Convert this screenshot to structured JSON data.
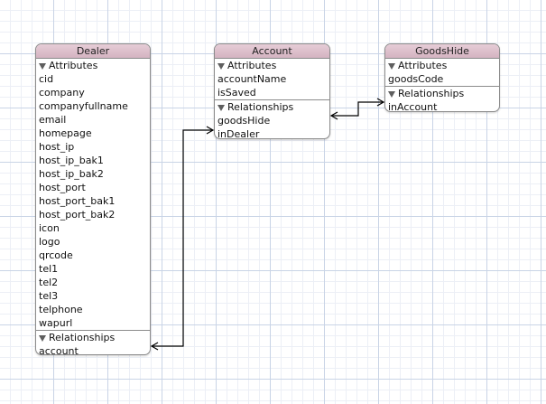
{
  "entities": {
    "dealer": {
      "name": "Dealer",
      "attributes_label": "Attributes",
      "attributes": [
        "cid",
        "company",
        "companyfullname",
        "email",
        "homepage",
        "host_ip",
        "host_ip_bak1",
        "host_ip_bak2",
        "host_port",
        "host_port_bak1",
        "host_port_bak2",
        "icon",
        "logo",
        "qrcode",
        "tel1",
        "tel2",
        "tel3",
        "telphone",
        "wapurl"
      ],
      "relationships_label": "Relationships",
      "relationships": [
        "account"
      ]
    },
    "account": {
      "name": "Account",
      "attributes_label": "Attributes",
      "attributes": [
        "accountName",
        "isSaved"
      ],
      "relationships_label": "Relationships",
      "relationships": [
        "goodsHide",
        "inDealer"
      ]
    },
    "goodshide": {
      "name": "GoodsHide",
      "attributes_label": "Attributes",
      "attributes": [
        "goodsCode"
      ],
      "relationships_label": "Relationships",
      "relationships": [
        "inAccount"
      ]
    }
  },
  "colors": {
    "grid_major": "#c9d4e6",
    "grid_minor": "#eceff6",
    "header_top": "#e6cdd7",
    "header_bottom": "#d4b3c1",
    "border": "#8c8c8c",
    "connector": "#000000"
  },
  "icons": {
    "section_toggle": "disclosure-triangle-down-icon",
    "connector_end": "arrowhead-icon"
  }
}
